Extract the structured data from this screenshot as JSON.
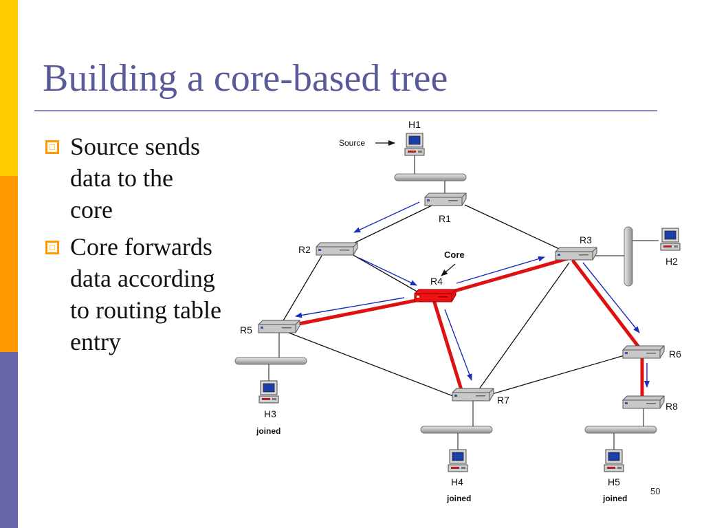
{
  "slide": {
    "title": "Building a core-based tree",
    "bullets": [
      "Source sends\ndata to the\ncore",
      "Core forwards\ndata according\nto routing table\nentry"
    ],
    "page_number": "50"
  },
  "diagram": {
    "routers": [
      {
        "id": "R1",
        "label": "R1"
      },
      {
        "id": "R2",
        "label": "R2"
      },
      {
        "id": "R3",
        "label": "R3"
      },
      {
        "id": "R4",
        "label": "R4"
      },
      {
        "id": "R5",
        "label": "R5"
      },
      {
        "id": "R6",
        "label": "R6"
      },
      {
        "id": "R7",
        "label": "R7"
      },
      {
        "id": "R8",
        "label": "R8"
      }
    ],
    "hosts": [
      {
        "id": "H1",
        "label": "H1",
        "note": ""
      },
      {
        "id": "H2",
        "label": "H2",
        "note": ""
      },
      {
        "id": "H3",
        "label": "H3",
        "note": "joined"
      },
      {
        "id": "H4",
        "label": "H4",
        "note": "joined"
      },
      {
        "id": "H5",
        "label": "H5",
        "note": "joined"
      }
    ],
    "source_label": "Source",
    "core_label": "Core",
    "colors": {
      "tree": "#dd1111",
      "arrow": "#1a2dbf",
      "core_router": "#ee1111",
      "link": "#111111"
    }
  }
}
